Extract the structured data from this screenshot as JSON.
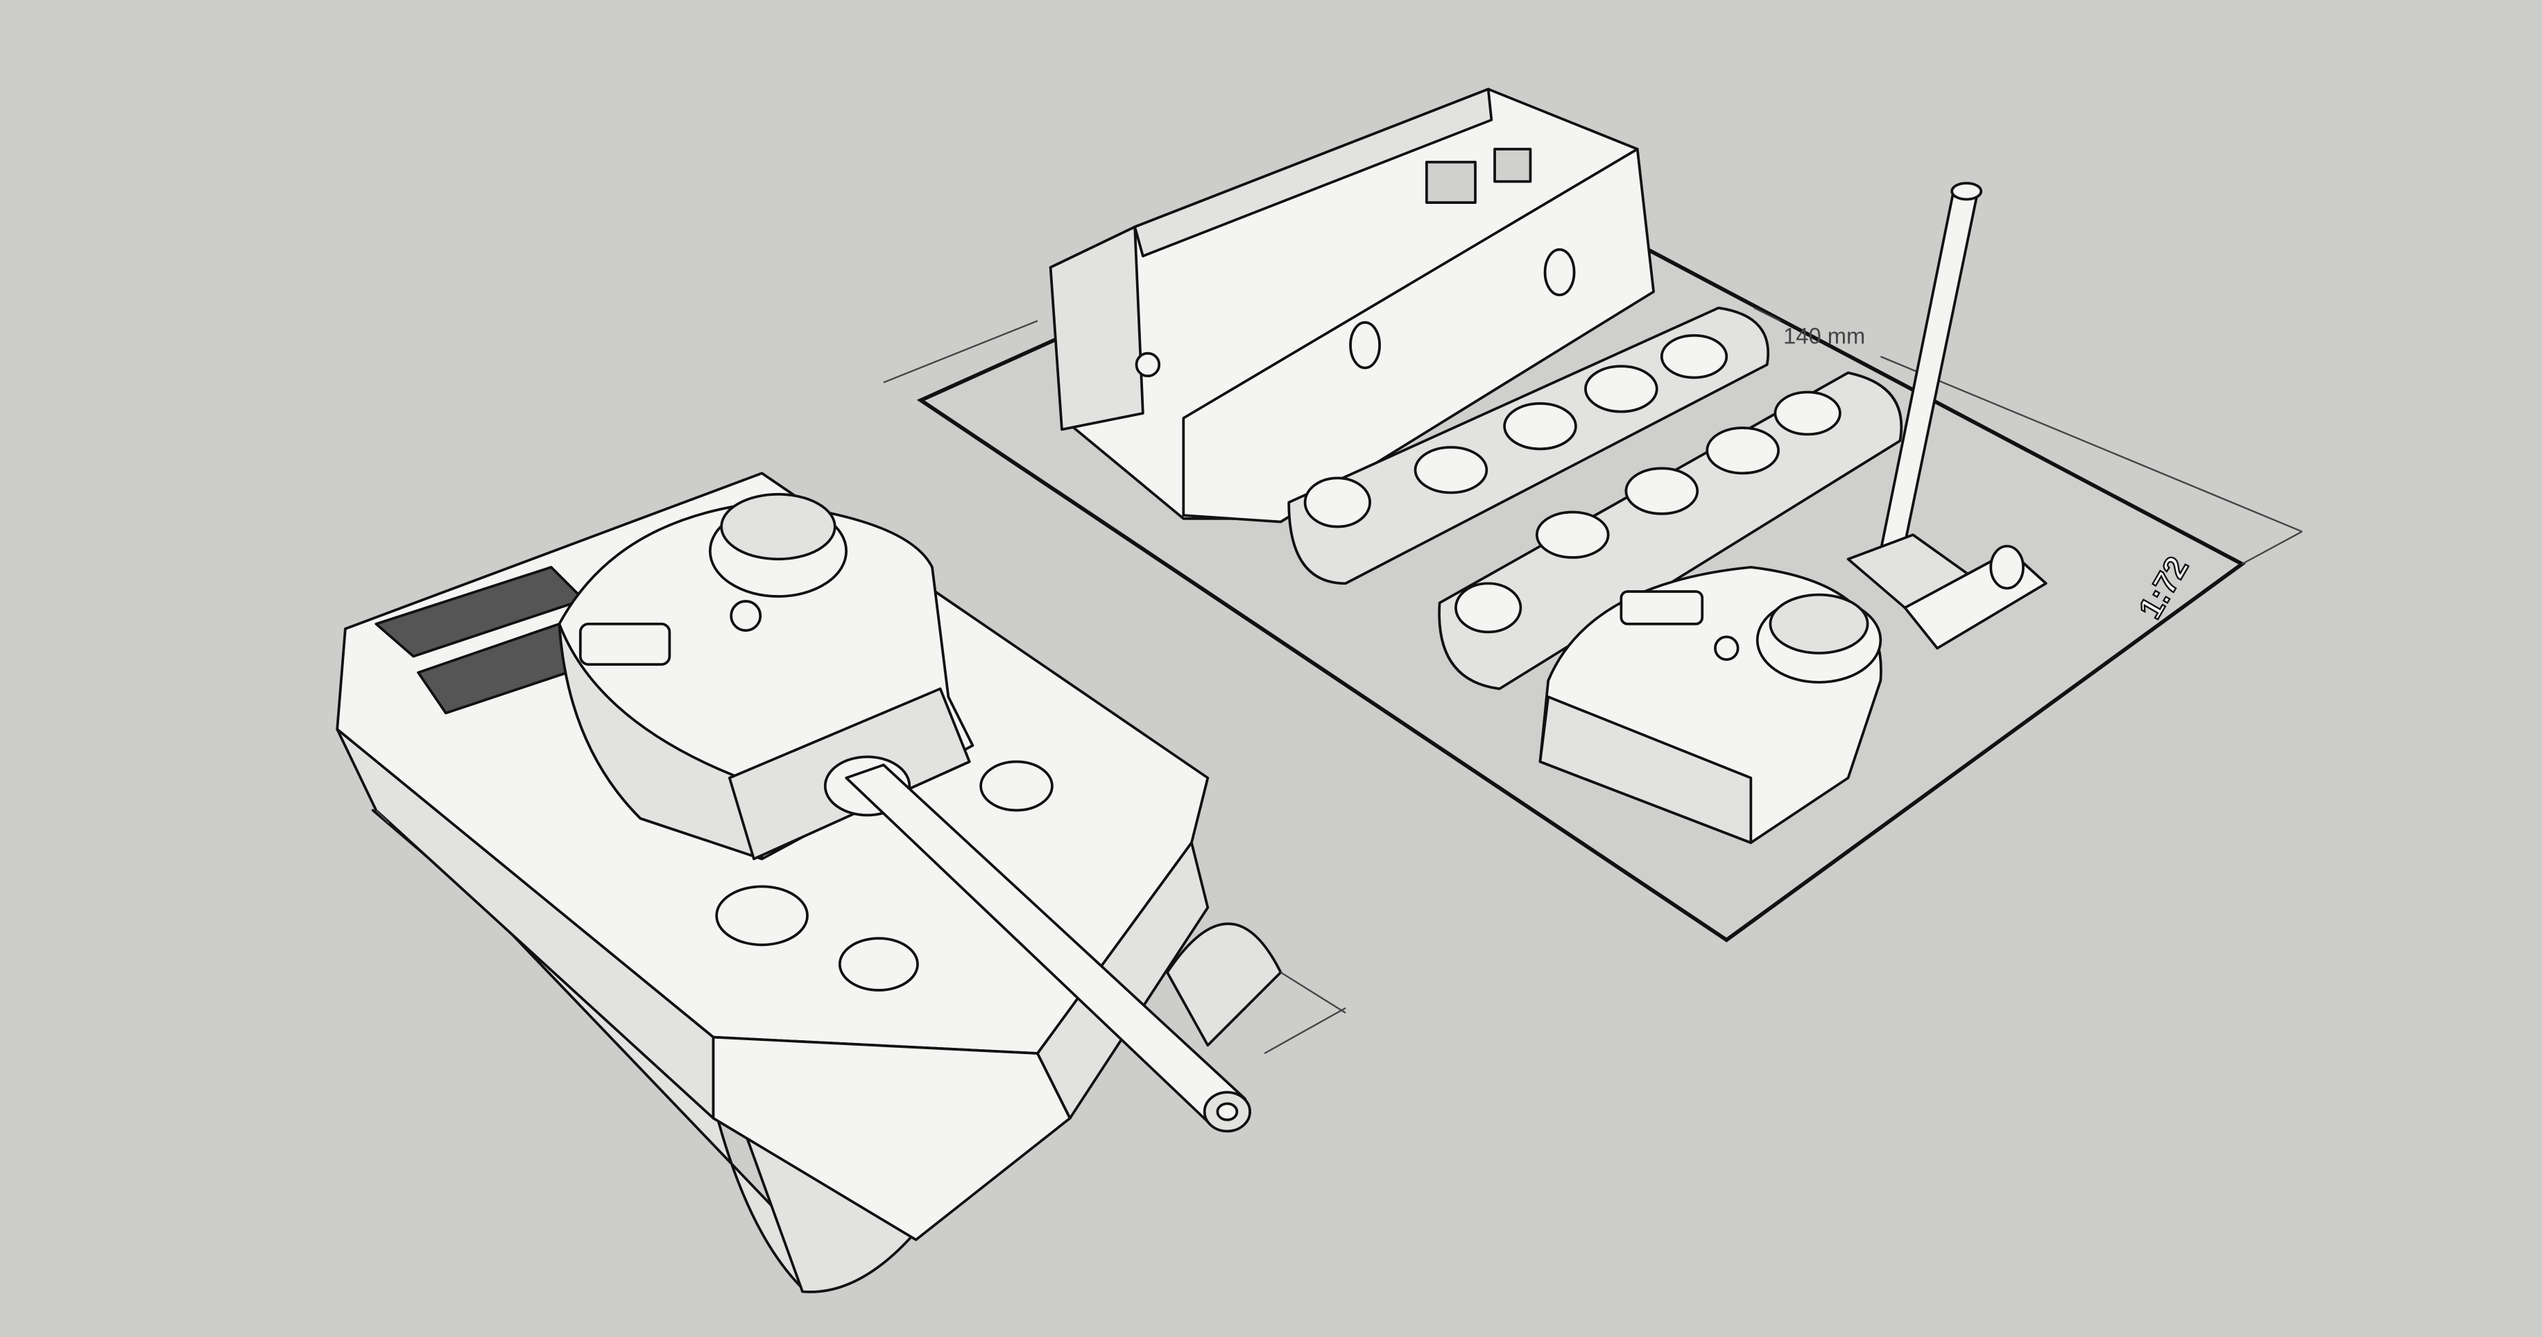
{
  "viewport": {
    "background": "#cdcdcb"
  },
  "dimension": {
    "label": "140 mm"
  },
  "base_plate": {
    "scale_label": "1:72"
  },
  "model": {
    "name_icon": "tiger-tank-model"
  }
}
